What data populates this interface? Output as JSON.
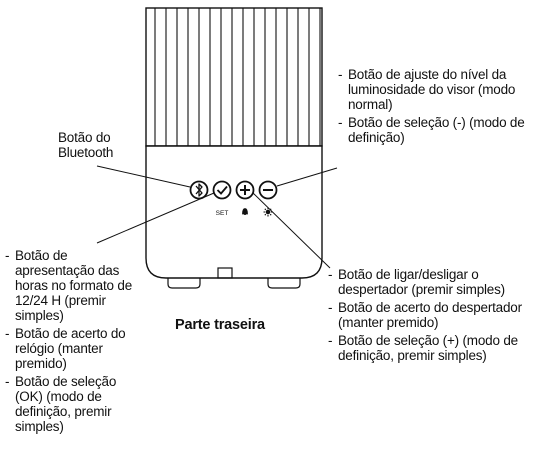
{
  "caption": "Parte traseira",
  "device": {
    "button_labels": {
      "set": "SET"
    }
  },
  "labels": {
    "bluetooth": "Botão do Bluetooth",
    "top_right": [
      "Botão de ajuste do nível da luminosidade do visor (modo normal)",
      "Botão de seleção (-) (modo de definição)"
    ],
    "left": [
      "Botão de apresentação das horas no formato de 12/24 H (premir simples)",
      "Botão de acerto do relógio (manter premido)",
      "Botão de seleção (OK) (modo de definição, premir simples)"
    ],
    "bottom_right": [
      "Botão de ligar/desligar o despertador (premir simples)",
      "Botão de acerto do despertador (manter premido)",
      "Botão de seleção (+) (modo de definição, premir simples)"
    ]
  },
  "icons": [
    "bluetooth-icon",
    "check-icon",
    "plus-icon",
    "minus-icon",
    "bell-icon",
    "brightness-icon"
  ]
}
